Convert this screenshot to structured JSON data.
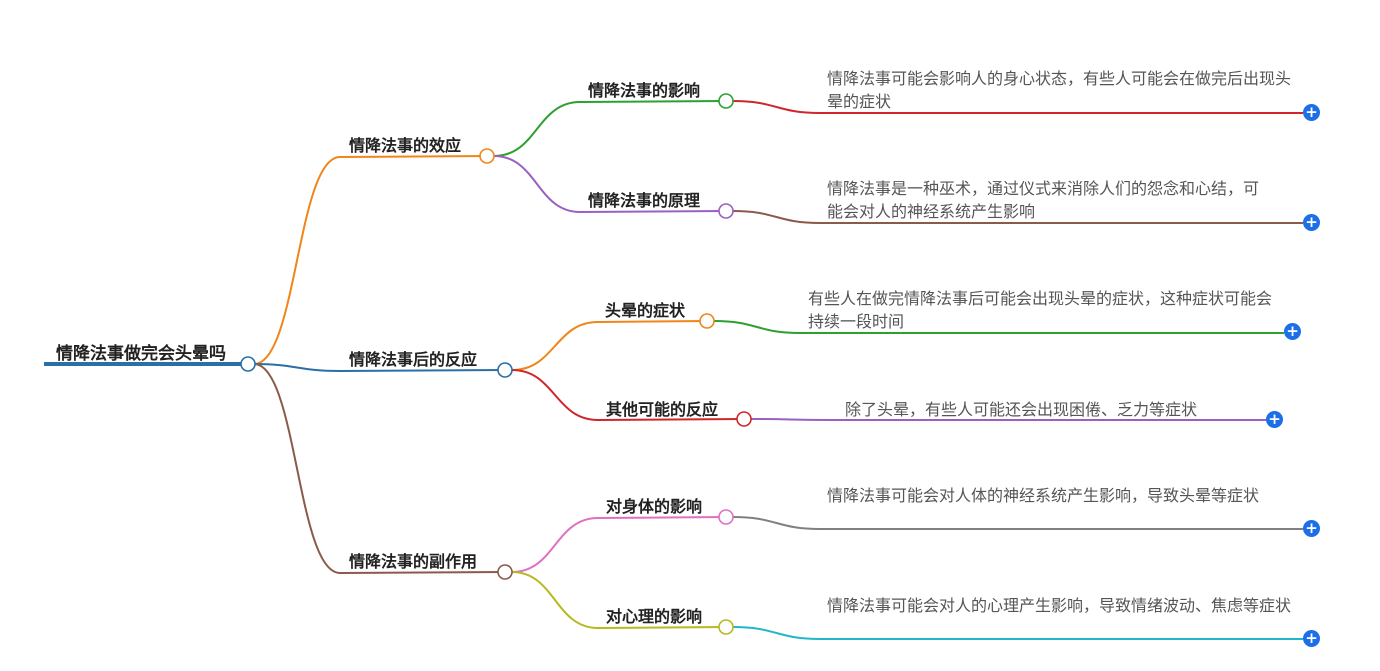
{
  "root": {
    "label": "情降法事做完会头晕吗",
    "color": "#2a6fa8"
  },
  "branches": [
    {
      "label": "情降法事的效应",
      "color": "#f0851a",
      "children": [
        {
          "label": "情降法事的影响",
          "color": "#2ea02e",
          "leaf_color": "#d0262b",
          "leaf": "情降法事可能会影响人的身心状态，有些人可能会在做完后出现头晕的症状"
        },
        {
          "label": "情降法事的原理",
          "color": "#9a60c0",
          "leaf_color": "#8a5a4a",
          "leaf": "情降法事是一种巫术，通过仪式来消除人们的怨念和心结，可能会对人的神经系统产生影响"
        }
      ]
    },
    {
      "label": "情降法事后的反应",
      "color": "#2a6fa8",
      "children": [
        {
          "label": "头晕的症状",
          "color": "#f0851a",
          "leaf_color": "#2ea02e",
          "leaf": "有些人在做完情降法事后可能会出现头晕的症状，这种症状可能会持续一段时间"
        },
        {
          "label": "其他可能的反应",
          "color": "#d0262b",
          "leaf_color": "#9a60c0",
          "leaf": "除了头晕，有些人可能还会出现困倦、乏力等症状"
        }
      ]
    },
    {
      "label": "情降法事的副作用",
      "color": "#8a5a4a",
      "children": [
        {
          "label": "对身体的影响",
          "color": "#e070c0",
          "leaf_color": "#808080",
          "leaf": "情降法事可能会对人体的神经系统产生影响，导致头晕等症状"
        },
        {
          "label": "对心理的影响",
          "color": "#b8b820",
          "leaf_color": "#20b8c8",
          "leaf": "情降法事可能会对人的心理产生影响，导致情绪波动、焦虑等症状"
        }
      ]
    }
  ],
  "expand_icon": "plus-icon"
}
